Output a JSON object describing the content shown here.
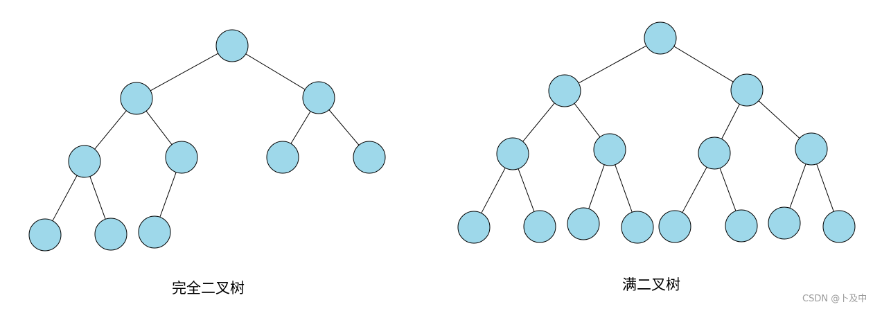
{
  "captions": {
    "complete_tree": "完全二叉树",
    "full_tree": "满二叉树"
  },
  "watermark": "CSDN @卜及中",
  "colors": {
    "node_fill": "#9ED8EA",
    "node_stroke": "#000000",
    "edge": "#000000"
  }
}
